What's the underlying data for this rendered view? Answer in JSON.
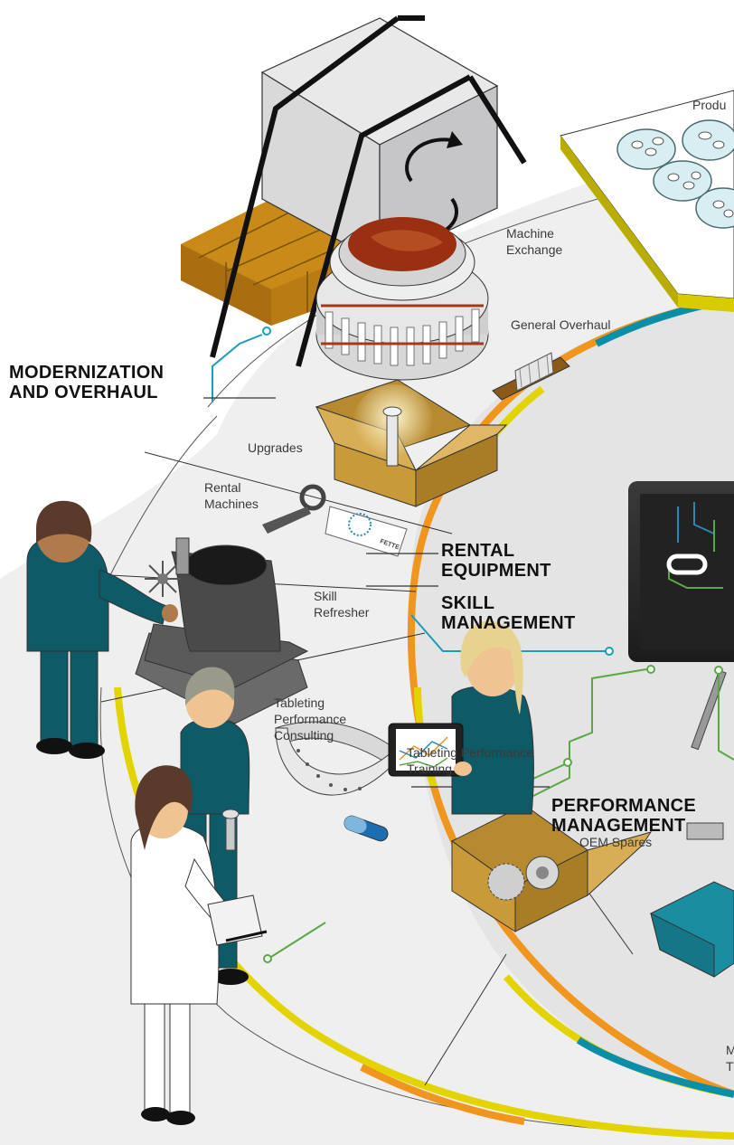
{
  "sections": {
    "modernization": {
      "line1": "MODERNIZATION",
      "line2": "AND OVERHAUL"
    },
    "rental": {
      "line1": "RENTAL",
      "line2": "EQUIPMENT"
    },
    "skill": {
      "line1": "SKILL",
      "line2": "MANAGEMENT"
    },
    "performance": {
      "line1": "PERFORMANCE",
      "line2": "MANAGEMENT"
    }
  },
  "labels": {
    "produ": "Produ",
    "machine_exchange_1": "Machine",
    "machine_exchange_2": "Exchange",
    "general_overhaul": "General Overhaul",
    "upgrades": "Upgrades",
    "rental_machines_1": "Rental",
    "rental_machines_2": "Machines",
    "skill_refresher_1": "Skill",
    "skill_refresher_2": "Refresher",
    "consulting_1": "Tableting",
    "consulting_2": "Performance",
    "consulting_3": "Consulting",
    "training_1": "Tableting Performance",
    "training_2": "Training",
    "oem_spares": "OEM Spares",
    "cut_m": "M",
    "cut_t": "T"
  },
  "brand": {
    "tag_text": "FETTE"
  },
  "colors": {
    "teal": "#0b8fa8",
    "green": "#5aa845",
    "yellow": "#e3d400",
    "orange": "#f0961e",
    "uniform": "#0e5a66",
    "wood": "#c98a17",
    "cardboard": "#c89a3a"
  }
}
